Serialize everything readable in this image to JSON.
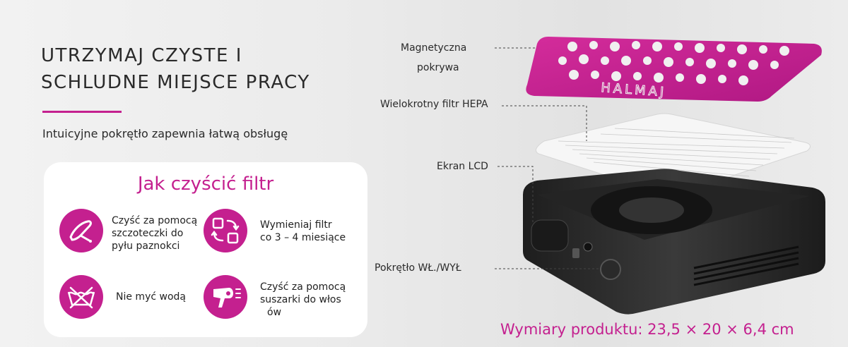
{
  "headline": {
    "line1": "UTRZYMAJ CZYSTE I",
    "line2": "SCHLUDNE MIEJSCE PRACY"
  },
  "subtitle": "Intuicyjne pokrętło zapewnia łatwą obsługę",
  "card": {
    "title": "Jak czyścić filtr",
    "tips": [
      {
        "icon": "brush-icon",
        "lines": [
          "Czyść za pomocą",
          "szczoteczki do",
          "pyłu paznokci"
        ]
      },
      {
        "icon": "replace-arrows-icon",
        "lines": [
          "Wymieniaj filtr",
          "co 3 – 4 miesiące"
        ]
      },
      {
        "icon": "no-wash-icon",
        "lines": [
          "Nie myć wodą"
        ]
      },
      {
        "icon": "hair-dryer-icon",
        "lines": [
          "Czyść za pomocą",
          "suszarki do włos",
          "ów"
        ]
      }
    ]
  },
  "labels": {
    "cover_line1": "Magnetyczna",
    "cover_line2": "pokrywa",
    "filter": "Wielokrotny filtr HEPA",
    "lcd": "Ekran LCD",
    "knob": "Pokrętło WŁ./WYŁ"
  },
  "cover_text": "HALMAJ",
  "dimensions": "Wymiary produktu: 23,5 × 20 × 6,4 cm",
  "colors": {
    "accent": "#c4208f",
    "device": "#2b2b2b",
    "filter": "#f4f4f4"
  }
}
